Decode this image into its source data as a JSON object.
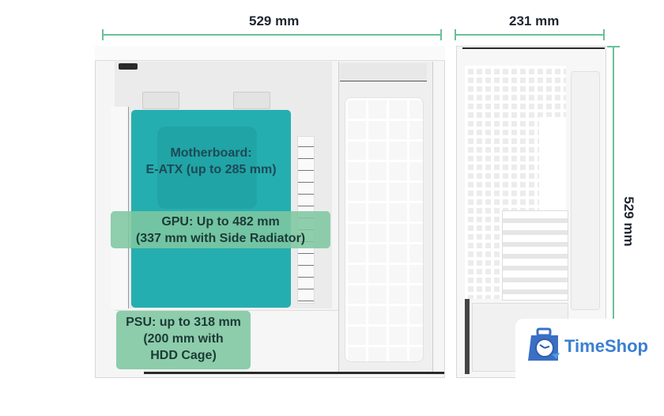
{
  "dimensions": {
    "length": "529 mm",
    "width": "231 mm",
    "height": "529 mm",
    "line_color": "#6bbf9a"
  },
  "labels": {
    "motherboard": {
      "line1": "Motherboard:",
      "line2": "E-ATX (up to 285 mm)",
      "color": "#25aeb0"
    },
    "gpu": {
      "line1": "GPU: Up to 482 mm",
      "line2": "(337 mm with Side Radiator)",
      "color": "#7ec7a0"
    },
    "psu": {
      "line1": "PSU: up to 318 mm",
      "line2": "(200 mm with",
      "line3": "HDD Cage)",
      "color": "#7ec7a0"
    }
  },
  "watermark": {
    "brand": "TimeShop",
    "icon": "clock-bag-icon",
    "color": "#3a7fd0"
  }
}
